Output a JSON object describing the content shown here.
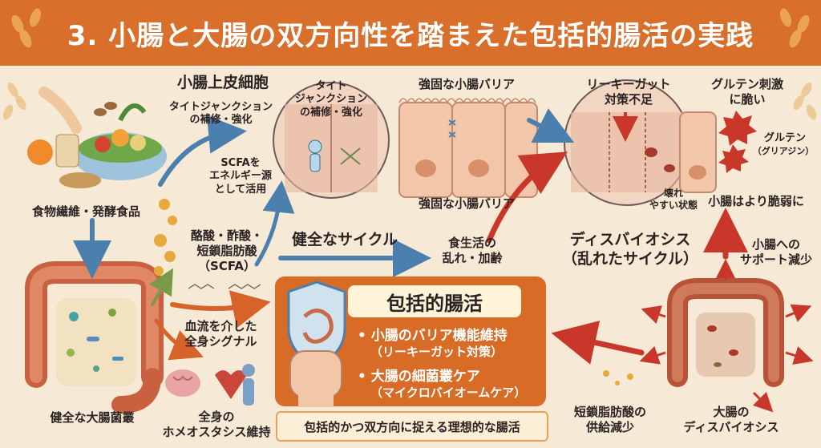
{
  "header": {
    "title": "3. 小腸と大腸の双方向性を踏まえた包括的腸活の実践"
  },
  "left": {
    "food_label": "食物繊維・発酵食品",
    "colon_label": "健全な大腸菌叢",
    "scfa_label": "酪酸・酢酸・\n短鎖脂肪酸\n（SCFA）",
    "blood_label": "血流を介した\n全身シグナル",
    "homeostasis_label": "全身の\nホメオスタシス維持"
  },
  "middle": {
    "epithelium_title": "小腸上皮細胞",
    "tj_repair_label": "タイトジャンクション\nの補修・強化",
    "scfa_energy_label": "SCFAを\nエネルギー源\nとして活用",
    "zoom_tj_label": "タイト\nジャンクション\nの補修・強化",
    "strong_barrier_top": "強固な小腸バリア",
    "strong_barrier_bottom": "強固な小腸バリア",
    "healthy_cycle": "健全なサイクル",
    "lifestyle_label": "食生活の\n乱れ・加齢"
  },
  "right": {
    "leaky_label": "リーキーガット\n対策不足",
    "gluten_stim_label": "グルテン刺激\nに脆い",
    "gluten_label": "グルテン",
    "gliadin_label": "（グリアジン）",
    "broken_label": "壊れ\nやすい状態",
    "fragile_label": "小腸はより脆弱に",
    "dysbiosis_title": "ディスバイオシス\n（乱れたサイクル）",
    "support_label": "小腸への\nサポート減少",
    "scfa_reduce_label": "短鎖脂肪酸の\n供給減少",
    "colon_dysbiosis_label": "大腸の\nディスバイオシス"
  },
  "center_box": {
    "title": "包括的腸活",
    "bullet1": "• 小腸のバリア機能維持",
    "bullet1_sub": "（リーキーガット対策）",
    "bullet2": "• 大腸の細菌叢ケア",
    "bullet2_sub": "（マイクロバイオームケア）",
    "footer": "包括的かつ双方向に捉える理想的な腸活"
  },
  "colors": {
    "header": "#d86f2b",
    "background": "#f6ead6",
    "box": "#d86b25",
    "blue_arrow": "#4a7fae",
    "red_arrow": "#c8372a"
  }
}
